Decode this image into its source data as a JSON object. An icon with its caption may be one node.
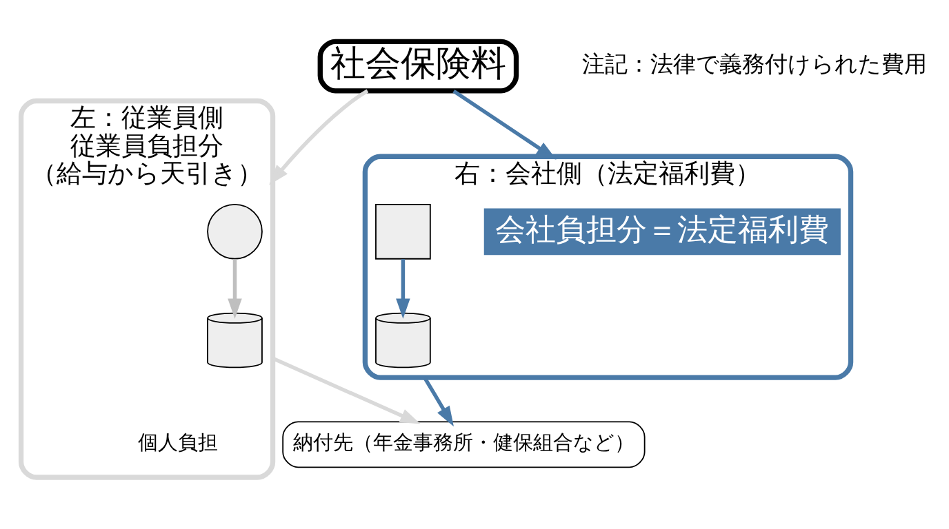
{
  "diagram": {
    "nodes": [
      {
        "text": [
          "左：従業員側",
          "従業員負担分",
          "（給与から天引き）"
        ]
      },
      {
        "text": [],
        "shape": "person",
        "in": 0
      },
      {
        "text": [],
        "shape": "cylinder",
        "in": 0,
        "beside": [
          "個人負担"
        ]
      },
      {
        "text": [
          "社会保険料"
        ]
      },
      {
        "text": [
          "右：会社側（法定福利費）"
        ]
      },
      {
        "text": [
          "会社負担分＝法定福利費"
        ],
        "in": 4
      },
      {
        "text": [],
        "shape": "box",
        "in": 4
      },
      {
        "text": [],
        "shape": "cylinder",
        "in": 4
      },
      {
        "text": [
          "納付先（年金事務所・健保組合など）"
        ]
      }
    ],
    "edges": [
      {
        "from": 3,
        "to": 0,
        "arrow": "to",
        "color": "#d9d9d9"
      },
      {
        "from": 3,
        "to": 4,
        "arrow": "to",
        "color": "#4a7aa8"
      },
      {
        "from": 1,
        "to": 2,
        "arrow": "to",
        "color": "#bfbfbf"
      },
      {
        "from": 6,
        "to": 7,
        "arrow": "to",
        "color": "#4a7aa8"
      },
      {
        "from": 0,
        "to": 8,
        "arrow": "to",
        "color": "#d9d9d9"
      },
      {
        "from": 4,
        "to": 8,
        "arrow": "to",
        "color": "#4a7aa8"
      }
    ],
    "labels": [
      "注記：法律で義務付けられた費用"
    ]
  }
}
